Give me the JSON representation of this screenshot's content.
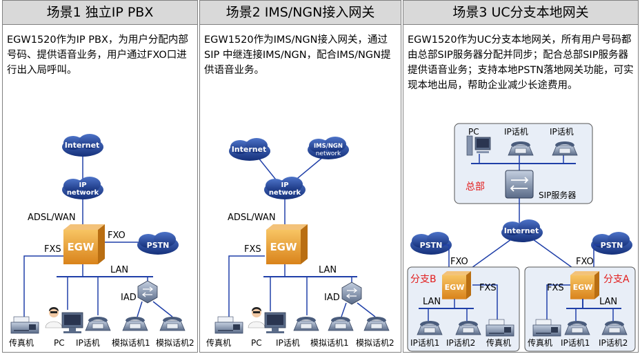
{
  "colors": {
    "line": "#1f3fa8",
    "egw": "#e89b2a",
    "cloud": "#1e3d96",
    "red": "#e21c1c",
    "header_bg": "#d9d9d9",
    "hq_bg": "#e8eef7"
  },
  "scene1": {
    "title": "场景1  独立IP PBX",
    "desc": "EGW1520作为IP PBX，为用户分配内部号码、提供语音业务，用户通过FXO口进行出入局呼叫。",
    "cloud_internet": "Internet",
    "cloud_ip_1": "IP",
    "cloud_ip_2": "network",
    "cloud_pstn": "PSTN",
    "egw": "EGW",
    "adsl": "ADSL/WAN",
    "fxo": "FXO",
    "fxs": "FXS",
    "lan": "LAN",
    "iad": "IAD",
    "devices": [
      "传真机",
      "PC",
      "IP话机",
      "模拟话机1",
      "模拟话机2"
    ]
  },
  "scene2": {
    "title": "场景2 IMS/NGN接入网关",
    "desc": "EGW1520作为IMS/NGN接入网关，通过SIP 中继连接IMS/NGN，配合IMS/NGN提供语音业务。",
    "cloud_internet": "Internet",
    "cloud_ims_1": "IMS/NGN",
    "cloud_ims_2": "network",
    "cloud_ip_1": "IP",
    "cloud_ip_2": "network",
    "egw": "EGW",
    "adsl": "ADSL/WAN",
    "fxs": "FXS",
    "lan": "LAN",
    "iad": "IAD",
    "devices": [
      "传真机",
      "PC",
      "IP话机",
      "模拟话机1",
      "模拟话机2"
    ]
  },
  "scene3": {
    "title": "场景3  UC分支本地网关",
    "desc": "EGW1520作为UC分支本地网关，所有用户号码都由总部SIP服务器分配并同步；配合总部SIP服务器提供语音业务；支持本地PSTN落地网关功能，可实现本地出局，帮助企业减少长途费用。",
    "hq_label": "总部",
    "hq_devices": [
      "PC",
      "IP话机",
      "IP话机"
    ],
    "sip_server": "SIP服务器",
    "cloud_internet": "Internet",
    "cloud_pstn": "PSTN",
    "egw": "EGW",
    "fxo": "FXO",
    "fxs": "FXS",
    "lan": "LAN",
    "branch_b": "分支B",
    "branch_a": "分支A",
    "branch_b_devices": [
      "IP话机1",
      "IP话机2",
      "传真机"
    ],
    "branch_a_devices": [
      "传真机",
      "IP话机1",
      "IP话机2"
    ]
  }
}
